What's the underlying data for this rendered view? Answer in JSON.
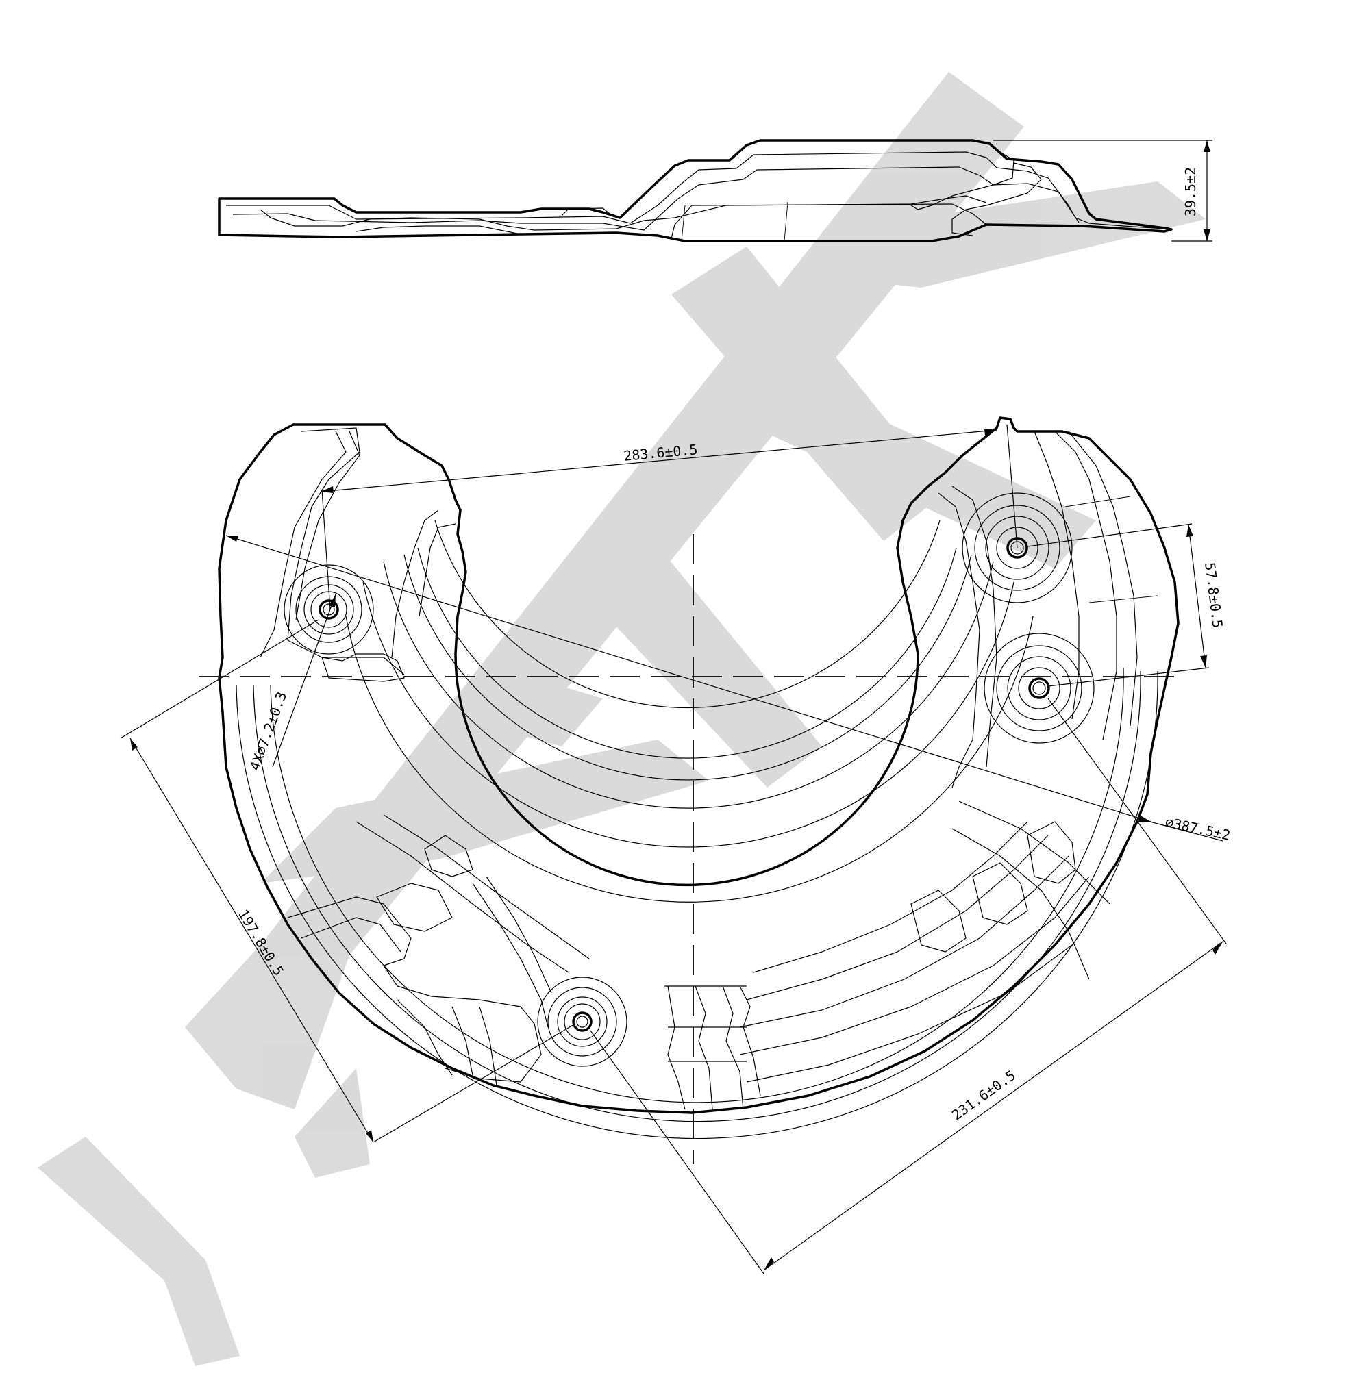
{
  "watermark": {
    "color": "#d9d9d9"
  },
  "dimensions": {
    "height": "39.5±2",
    "span_top": "283.6±0.5",
    "hole_pitch": "57.8±0.5",
    "outer_diameter": "⌀387.5±2",
    "holes": "4X⌀7.2±0.3",
    "span_left": "197.8±0.5",
    "span_bottom": "231.6±0.5"
  },
  "colors": {
    "line": "#000000",
    "background": "#ffffff"
  }
}
